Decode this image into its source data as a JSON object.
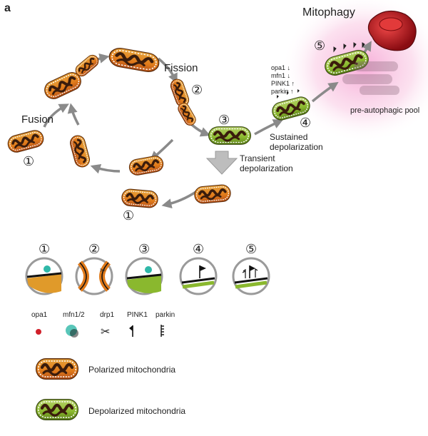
{
  "panel_label": "a",
  "labels": {
    "fusion": "Fusion",
    "fission": "Fission",
    "mitophagy": "Mitophagy",
    "sustained": [
      "Sustained",
      "depolarization"
    ],
    "transient": [
      "Transient",
      "depolarization"
    ],
    "pre_pool": "pre-autophagic pool"
  },
  "markers": {
    "step1": "①",
    "step2": "②",
    "step3": "③",
    "step4": "④",
    "step5": "⑤"
  },
  "protein_changes": [
    "opa1 ↓",
    "mfn1 ↓",
    "PINK1 ↑",
    "parkin ↑"
  ],
  "insets": [
    "①",
    "②",
    "③",
    "④",
    "⑤"
  ],
  "proteins": [
    "opa1",
    "mfn1/2",
    "drp1",
    "PINK1",
    "parkin"
  ],
  "legend": {
    "polarized": "Polarized mitochondria",
    "depolarized": "Depolarized mitochondria"
  },
  "colors": {
    "polarized": "#e07a1a",
    "depolarized": "#8ab82e",
    "cristae": "#3a1c0c",
    "arrow": "#8a8a8a",
    "glow": "#f06ab8",
    "lysosome": "#c0191f",
    "opa1": "#d0202a",
    "mfn": "#2fb8a8",
    "drp1": "#d83030"
  }
}
